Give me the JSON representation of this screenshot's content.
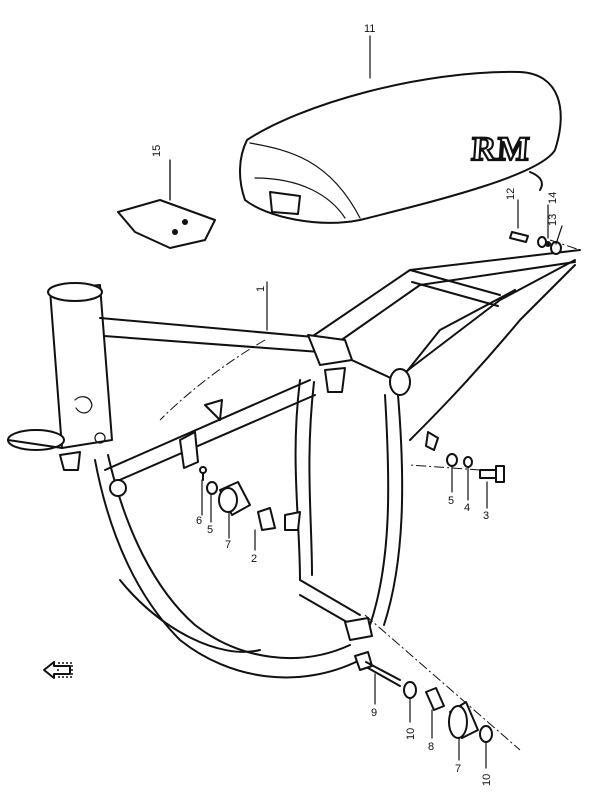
{
  "diagram": {
    "logo": "RM",
    "callouts": {
      "p1": "1",
      "p2": "2",
      "p3": "3",
      "p4": "4",
      "p5a": "5",
      "p5b": "5",
      "p6": "6",
      "p7a": "7",
      "p7b": "7",
      "p8": "8",
      "p9": "9",
      "p10a": "10",
      "p10b": "10",
      "p11": "11",
      "p12": "12",
      "p13": "13",
      "p14": "14",
      "p15": "15"
    },
    "icons": [
      "direction-arrow-icon"
    ]
  }
}
